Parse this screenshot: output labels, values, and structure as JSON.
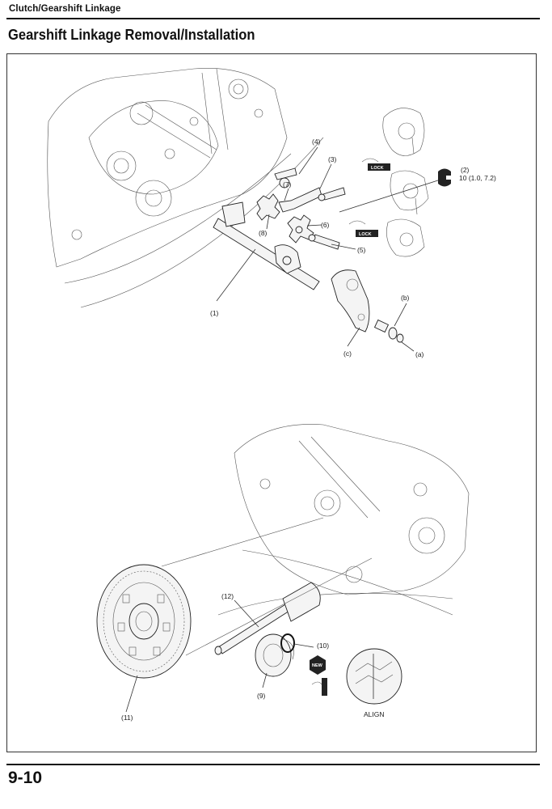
{
  "header": {
    "section": "Clutch/Gearshift Linkage",
    "title": "Gearshift Linkage Removal/Installation"
  },
  "upper_figure": {
    "labels": {
      "l1": "(1)",
      "l2": "(2)",
      "l3": "(3)",
      "l4": "(4)",
      "l5": "(5)",
      "l6": "(6)",
      "l7": "(7)",
      "l8": "(8)",
      "la": "(a)",
      "lb": "(b)",
      "lc": "(c)"
    },
    "torque": "10 (1.0, 7.2)",
    "lock_badge": "LOCK"
  },
  "lower_figure": {
    "labels": {
      "l9": "(9)",
      "l10": "(10)",
      "l11": "(11)",
      "l12": "(12)"
    },
    "new_badge": "NEW",
    "align": "ALIGN"
  },
  "footer": {
    "page_number": "9-10"
  }
}
